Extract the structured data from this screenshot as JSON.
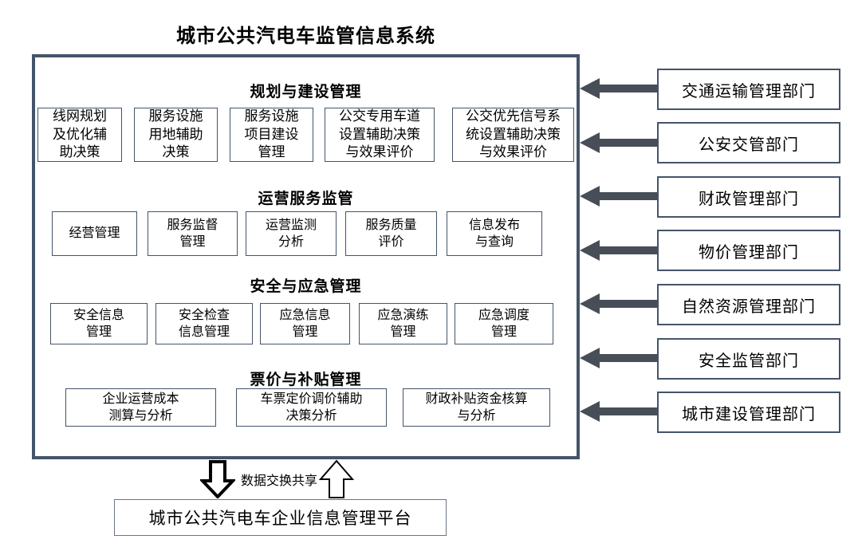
{
  "title": "城市公共汽电车监管信息系统",
  "main_system": {
    "sections": [
      {
        "header": "规划与建设管理",
        "modules": [
          "线网规划\n及优化辅\n助决策",
          "服务设施\n用地辅助\n决策",
          "服务设施\n项目建设\n管理",
          "公交专用车道\n设置辅助决策\n与效果评价",
          "公交优先信号系\n统设置辅助决策\n与效果评价"
        ]
      },
      {
        "header": "运营服务监管",
        "modules": [
          "经营管理",
          "服务监督\n管理",
          "运营监测\n分析",
          "服务质量\n评价",
          "信息发布\n与查询"
        ]
      },
      {
        "header": "安全与应急管理",
        "modules": [
          "安全信息\n管理",
          "安全检查\n信息管理",
          "应急信息\n管理",
          "应急演练\n管理",
          "应急调度\n管理"
        ]
      },
      {
        "header": "票价与补贴管理",
        "modules": [
          "企业运营成本\n测算与分析",
          "车票定价调价辅助\n决策分析",
          "财政补贴资金核算\n与分析"
        ]
      }
    ]
  },
  "departments": [
    "交通运输管理部门",
    "公安交管部门",
    "财政管理部门",
    "物价管理部门",
    "自然资源管理部门",
    "安全监管部门",
    "城市建设管理部门"
  ],
  "bottom": {
    "exchange_label": "数据交换共享",
    "platform": "城市公共汽电车企业信息管理平台"
  },
  "colors": {
    "main_border": "#44546A",
    "box_border": "#44546A",
    "bottom_border": "#6B7585",
    "arrow": "#474E57",
    "text": "#000000"
  }
}
